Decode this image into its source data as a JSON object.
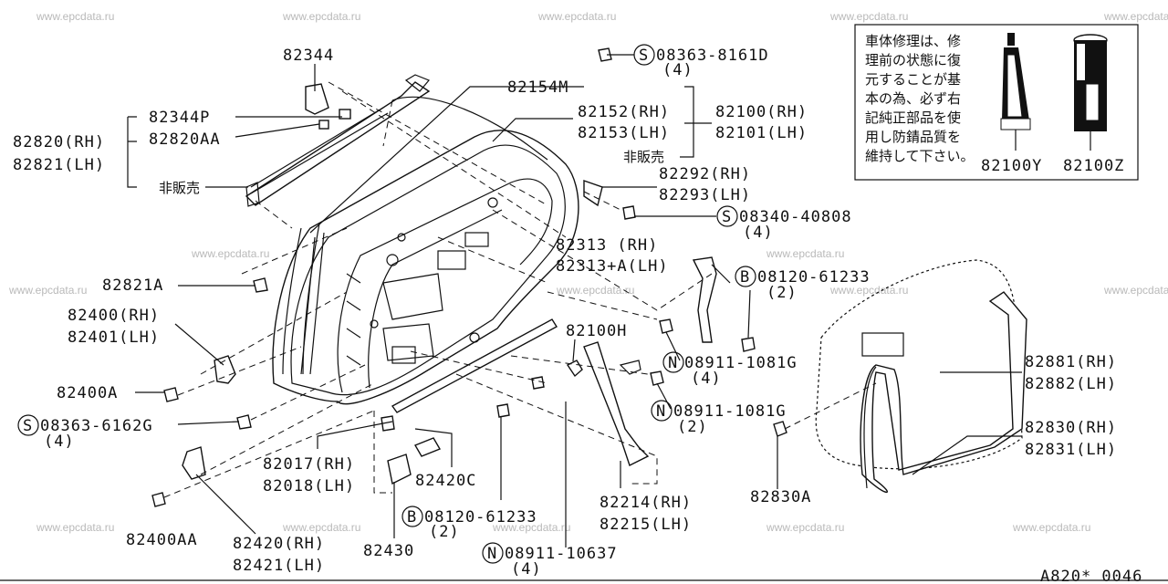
{
  "watermark": "www.epcdata.ru",
  "footer_code": "A820* 0046",
  "notice": {
    "lines": [
      "車体修理は、修",
      "理前の状態に復",
      "元することが基",
      "本の為、必ず右",
      "記純正部品を使",
      "用し防錆品質を",
      "維持して下さい。"
    ],
    "parts": [
      "82100Y",
      "82100Z"
    ]
  },
  "labels": {
    "p82344": "82344",
    "p82344P": "82344P",
    "p82820AA": "82820AA",
    "p82820": "82820(RH)",
    "p82821": "82821(LH)",
    "hihanbai1": "非販売",
    "s08363_8161D": "08363-8161D",
    "s08363_8161D_qty": "(4)",
    "p82154M": "82154M",
    "p82152": "82152(RH)",
    "p82153": "82153(LH)",
    "p82100": "82100(RH)",
    "p82101": "82101(LH)",
    "hihanbai2": "非販売",
    "p82292": "82292(RH)",
    "p82293": "82293(LH)",
    "s08340": "08340-40808",
    "s08340_qty": "(4)",
    "p82313": "82313  (RH)",
    "p82313A": "82313+A(LH)",
    "b08120_a": "08120-61233",
    "b08120_a_qty": "(2)",
    "p82821A": "82821A",
    "p82400": "82400(RH)",
    "p82401": "82401(LH)",
    "p82100H": "82100H",
    "n08911_a": "08911-1081G",
    "n08911_a_qty": "(4)",
    "p82881": "82881(RH)",
    "p82882": "82882(LH)",
    "p82400A": "82400A",
    "n08911_b": "08911-1081G",
    "n08911_b_qty": "(2)",
    "s08363_6162G": "08363-6162G",
    "s08363_6162G_qty": "(4)",
    "p82830": "82830(RH)",
    "p82831": "82831(LH)",
    "p82017": "82017(RH)",
    "p82018": "82018(LH)",
    "p82420C": "82420C",
    "p82214": "82214(RH)",
    "p82215": "82215(LH)",
    "p82830A": "82830A",
    "b08120_b": "08120-61233",
    "b08120_b_qty": "(2)",
    "p82400AA": "82400AA",
    "p82420": "82420(RH)",
    "p82421": "82421(LH)",
    "p82430": "82430",
    "n08911_c": "08911-10637",
    "n08911_c_qty": "(4)"
  },
  "symbols": {
    "screw": "S",
    "bolt": "B",
    "nut": "N"
  }
}
